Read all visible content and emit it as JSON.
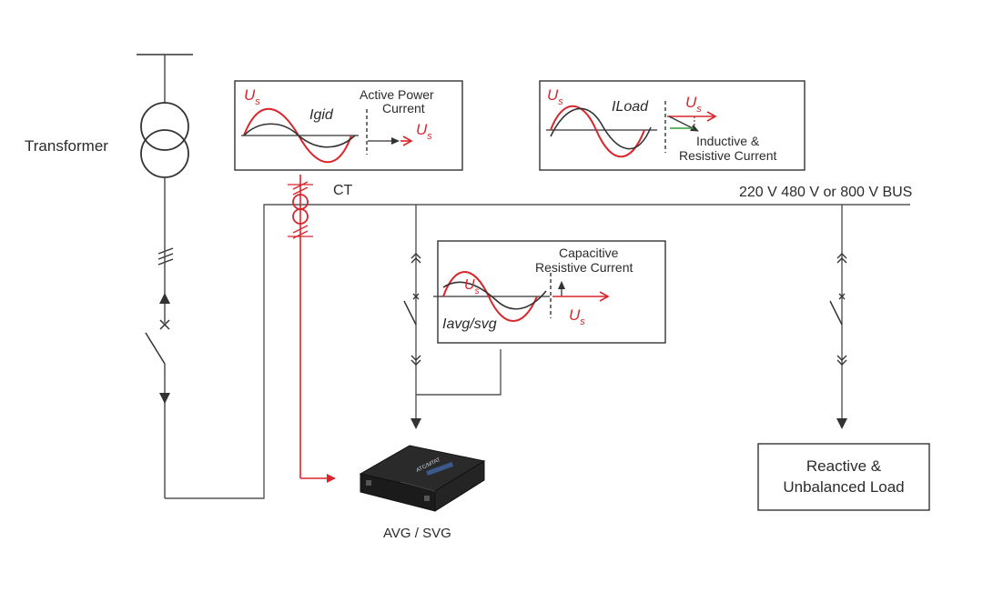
{
  "colors": {
    "line": "#3a3a3a",
    "signal": "#d9262c",
    "ground": "#2e9e3e",
    "waveform_dark": "#333333"
  },
  "labels": {
    "transformer": "Transformer",
    "ct": "CT",
    "bus": "220 V 480 V or 800 V BUS",
    "device": "AVG / SVG",
    "device_badge": "ATC/MTAT",
    "load_line1": "Reactive &",
    "load_line2": "Unbalanced Load"
  },
  "grid_box": {
    "us_main": "U",
    "us_sub": "s",
    "wave_label": "Igid",
    "title_line1": "Active Power",
    "title_line2": "Current",
    "arrow_us_main": "U",
    "arrow_us_sub": "s"
  },
  "load_box": {
    "us_main": "U",
    "us_sub": "s",
    "wave_label": "ILoad",
    "arrow_us_main": "U",
    "arrow_us_sub": "s",
    "title_line1": "Inductive &",
    "title_line2": "Resistive Current"
  },
  "svg_box": {
    "title_line1": "Capacitive",
    "title_line2": "Resistive Current",
    "us_main": "U",
    "us_sub": "s",
    "arrow_us_main": "U",
    "arrow_us_sub": "s",
    "wave_label": "Iavg/svg"
  },
  "icons": [
    "transformer-icon",
    "breaker-icon",
    "switch-icon",
    "current-transformer-icon",
    "arrow-icon",
    "svg-device-icon"
  ]
}
